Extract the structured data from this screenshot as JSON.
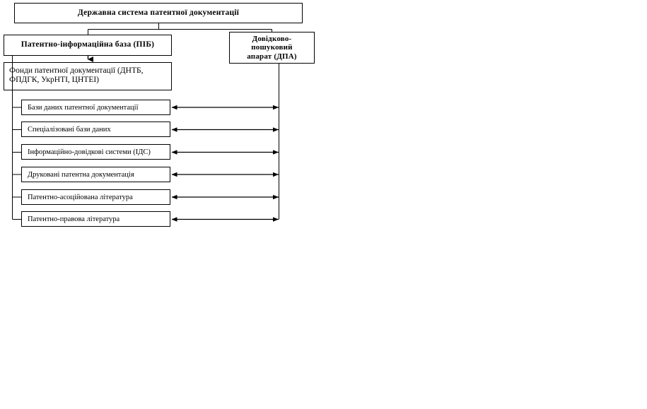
{
  "diagram": {
    "title_box": {
      "label": "Державна система патентної документації"
    },
    "branches": {
      "left": {
        "label": "Патентно-інформаційна база (ПІБ)"
      },
      "right": {
        "line1": "Довідково-",
        "line2": "пошуковий",
        "line3": "апарат (ДПА)"
      }
    },
    "funds_box": {
      "line1": "Фонди патентної документації (ДНТБ,",
      "line2": "ФПДГК, УкрНТІ, ЦНТЕІ)"
    },
    "items": [
      {
        "label": "Бази даних патентної документації"
      },
      {
        "label": "Спеціалізовані бази даних"
      },
      {
        "label": "Інформаційно-довідкові системи (ІДС)"
      },
      {
        "label": "Друковані патентна документація"
      },
      {
        "label": "Патентно-асоційована література"
      },
      {
        "label": "Патентно-правова література"
      }
    ],
    "colors": {
      "stroke": "#000000",
      "background": "#ffffff",
      "text": "#000000"
    }
  }
}
